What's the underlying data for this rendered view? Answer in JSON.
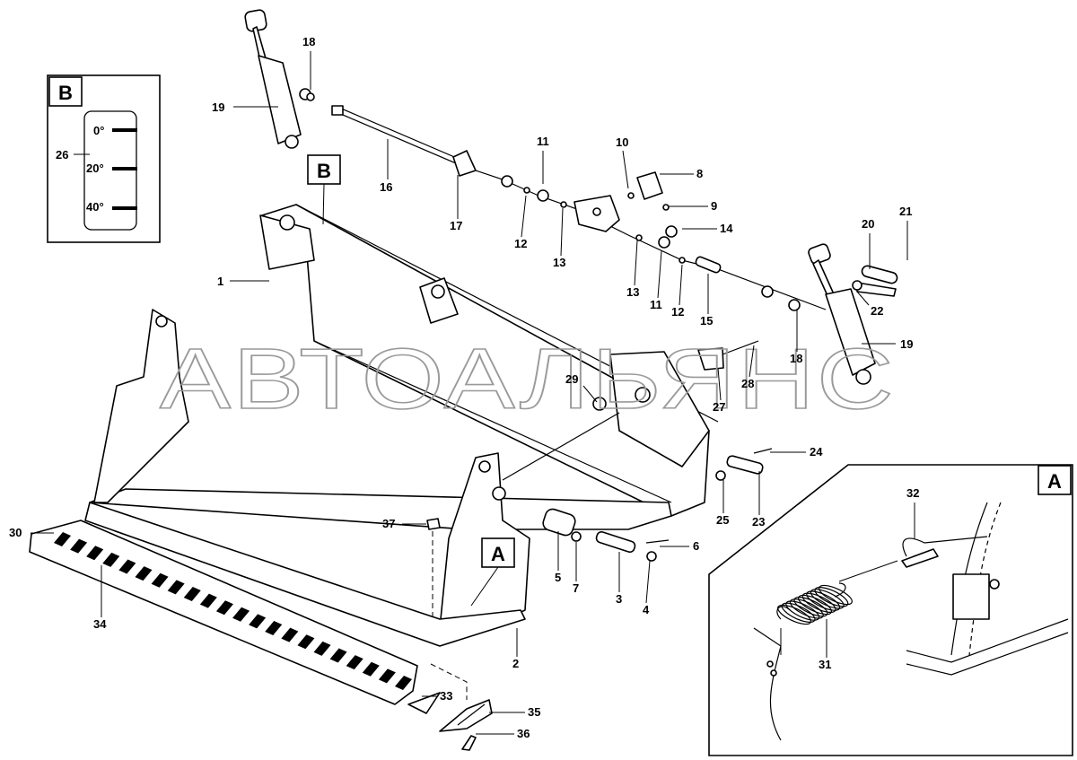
{
  "watermark": "АВТОАЛЬЯНС",
  "detail_labels": {
    "a": "A",
    "b": "B"
  },
  "gauge": {
    "ref": "26",
    "marks": [
      "0°",
      "20°",
      "40°"
    ]
  },
  "callouts": [
    "1",
    "2",
    "3",
    "4",
    "5",
    "6",
    "7",
    "8",
    "9",
    "10",
    "11",
    "12",
    "13",
    "14",
    "15",
    "16",
    "17",
    "18",
    "19",
    "20",
    "21",
    "22",
    "23",
    "24",
    "25",
    "27",
    "28",
    "29",
    "30",
    "31",
    "32",
    "33",
    "34",
    "35",
    "36",
    "37"
  ]
}
